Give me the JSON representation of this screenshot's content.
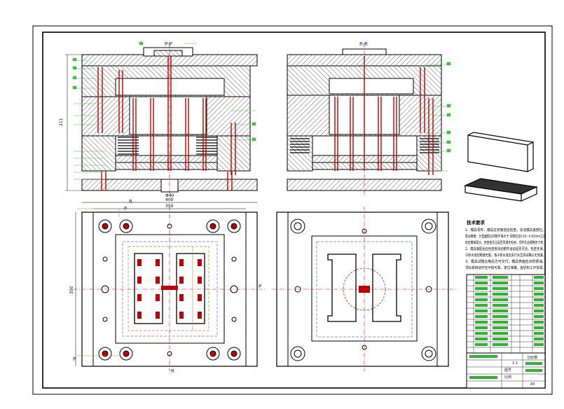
{
  "sections": {
    "front": "P-P",
    "side": "R-R"
  },
  "dims": {
    "height": "211",
    "gate": "Φ40",
    "width_outer": "400",
    "width_inner": "350",
    "plate_height": "350"
  },
  "section_marks": {
    "p_top": "P",
    "p_bottom": "P",
    "r_top": "R",
    "r_bottom": "R",
    "p_right": "P"
  },
  "notes": {
    "heading": "技术要求",
    "lines": [
      "1、模具零件、模具在安装前应检查，清洁模具各部位。",
      "配合精度：分型面配合间隙不得大于  间隙应在0.01~0.02mm之间",
      "动定模板配合，检查各孔位是否贯通无毛刺，顶杆孔应顺畅无卡死。",
      "2、模具装配后应检查各活动部件运动是否灵活，检查无误。",
      "冷却水道应畅通无阻，各冷却水道应进行水压测试确认无泄漏。",
      "3、模具试模合格后方可交付，模具表面应涂防锈油。",
      "顶出系统动作应平稳可靠，复位准确，各机构工作协调。"
    ]
  },
  "titleblock": {
    "scale": "1:1",
    "code": "A0",
    "cells": [
      "注射模",
      "图号",
      "比例"
    ]
  },
  "colors": {
    "line": "#000000",
    "section": "#c00000",
    "center": "#e00000",
    "hidden": "#6a6aff",
    "leader": "#3fbf3f",
    "note_green": "#2db52d"
  }
}
